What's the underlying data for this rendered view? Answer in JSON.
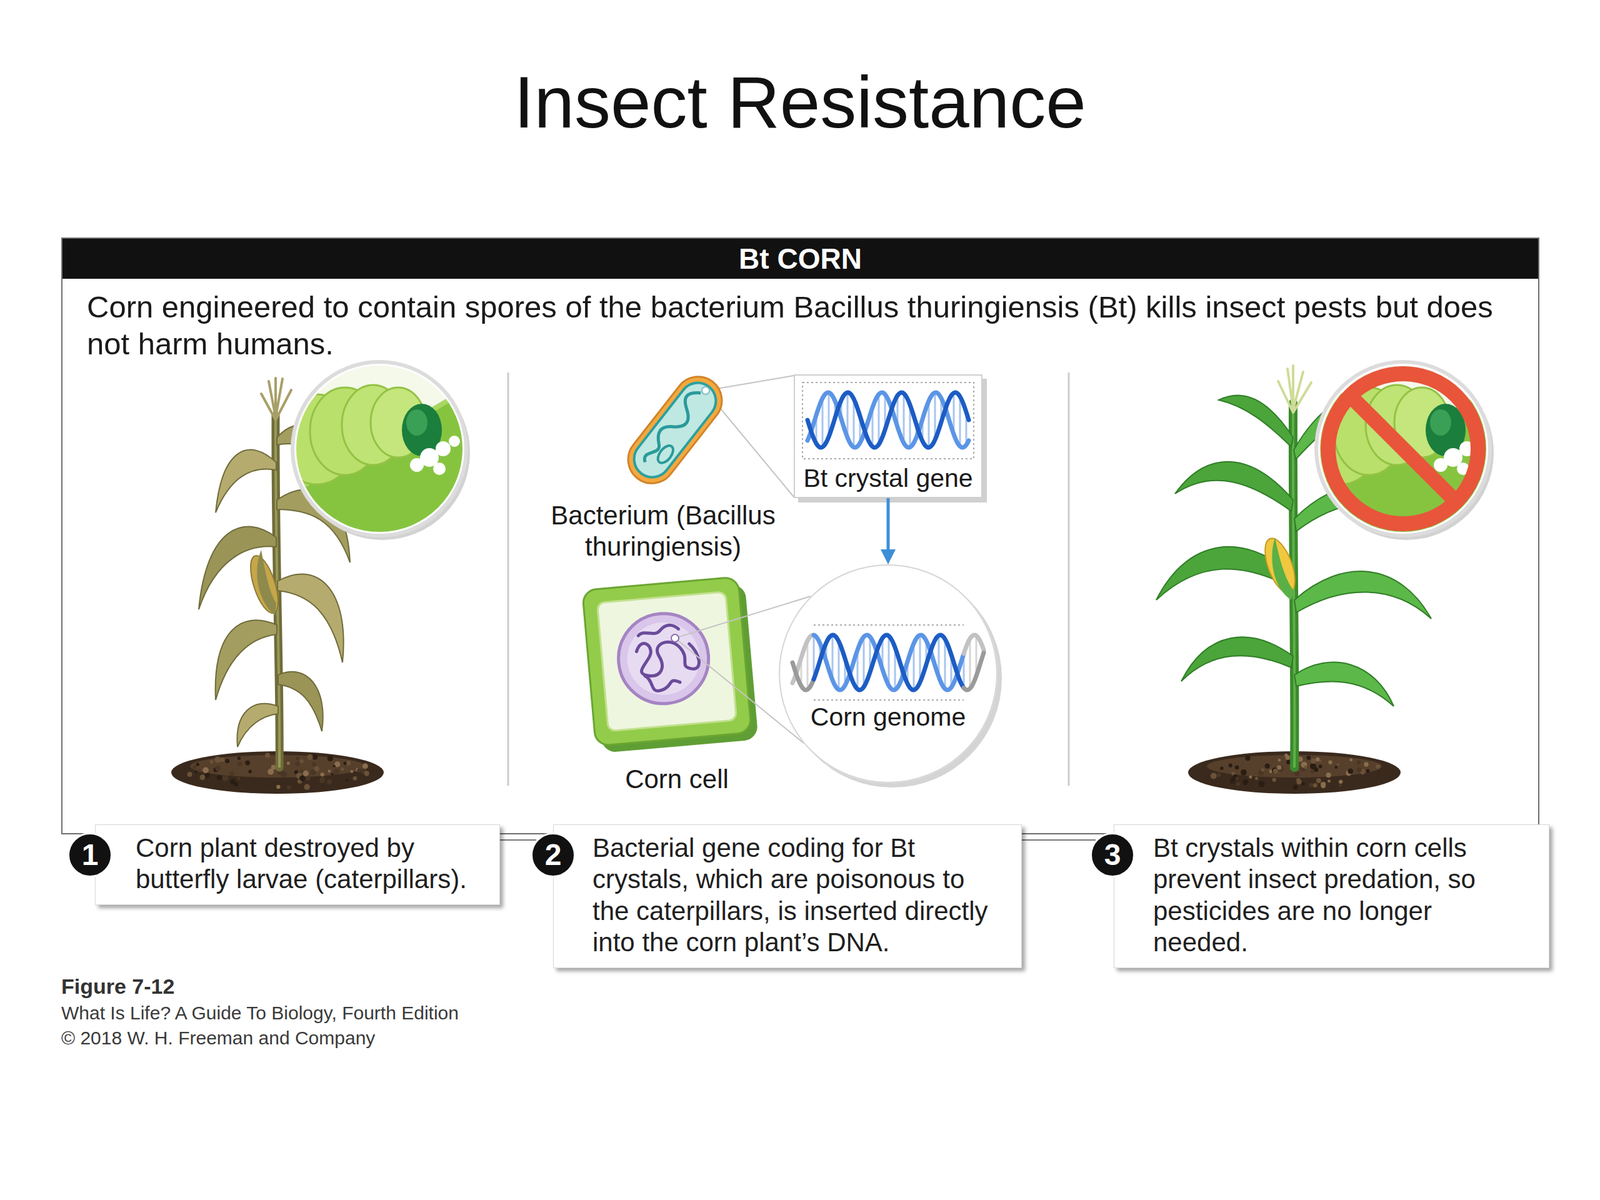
{
  "diagram": {
    "title": "Insect Resistance",
    "nodes": [
      {
        "text": [
          "Bt CORN",
          "Corn engineered to contain spores of the bacterium Bacillus thuringiensis (Bt) kills insect pests but does not harm humans."
        ]
      },
      {
        "text": [
          "Bt crystal gene"
        ],
        "in": 0
      },
      {
        "text": [
          "Corn genome"
        ],
        "in": 0
      },
      {
        "text": [
          "1"
        ]
      },
      {
        "text": [
          "Corn plant destroyed by butterfly larvae (caterpillars)."
        ]
      },
      {
        "text": [
          "2"
        ]
      },
      {
        "text": [
          "Bacterial gene coding for Bt crystals, which are poisonous to the caterpillars, is inserted directly into the corn plant’s DNA."
        ]
      },
      {
        "text": [
          "3"
        ]
      },
      {
        "text": [
          "Bt crystals within corn cells prevent insect predation, so pesticides are no longer needed."
        ]
      }
    ],
    "edges": [
      {
        "from": 1,
        "to": 2,
        "arrow": "to"
      },
      {
        "from": 4,
        "to": 5,
        "arrow": "none"
      },
      {
        "from": 6,
        "to": 7,
        "arrow": "none"
      }
    ],
    "labels": [
      "Bacterium (Bacillus thuringiensis)",
      "Corn cell",
      "Figure 7-12",
      "What Is Life? A Guide To Biology, Fourth Edition",
      "© 2018 W. H. Freeman and Company"
    ]
  }
}
